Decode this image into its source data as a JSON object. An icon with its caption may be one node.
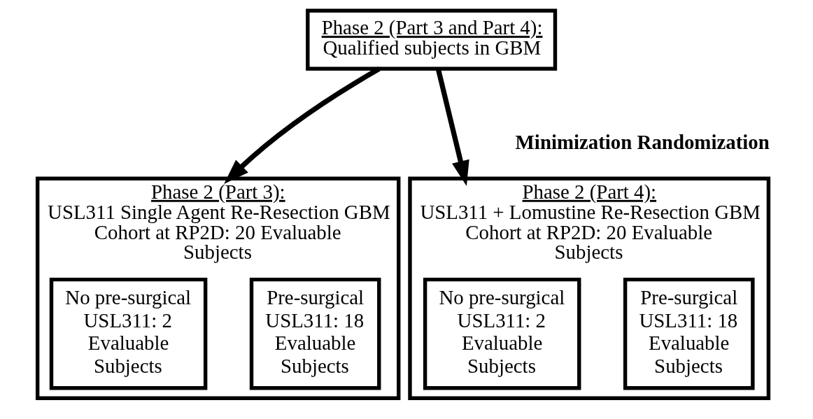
{
  "diagram": {
    "nodes": [
      {
        "text": [
          "Phase 2 (Part 3 and Part 4):",
          "Qualified subjects in GBM"
        ]
      },
      {
        "text": [
          "Phase 2 (Part 3):",
          "USL311 Single Agent Re-Resection GBM Cohort at RP2D: 20 Evaluable Subjects"
        ]
      },
      {
        "text": [
          "No pre-surgical USL311: 2 Evaluable Subjects"
        ],
        "in": 1
      },
      {
        "text": [
          "Pre-surgical USL311: 18 Evaluable Subjects"
        ],
        "in": 1
      },
      {
        "text": [
          "Phase 2 (Part 4):",
          "USL311 + Lomustine Re-Resection GBM Cohort at RP2D: 20 Evaluable Subjects"
        ]
      },
      {
        "text": [
          "No pre-surgical USL311: 2 Evaluable Subjects"
        ],
        "in": 4
      },
      {
        "text": [
          "Pre-surgical USL311: 18 Evaluable Subjects"
        ],
        "in": 4
      }
    ],
    "edges": [
      {
        "from": 0,
        "to": 1,
        "arrow": "to"
      },
      {
        "from": 0,
        "to": 4,
        "arrow": "to"
      }
    ],
    "labels": [
      "Minimization Randomization"
    ]
  }
}
